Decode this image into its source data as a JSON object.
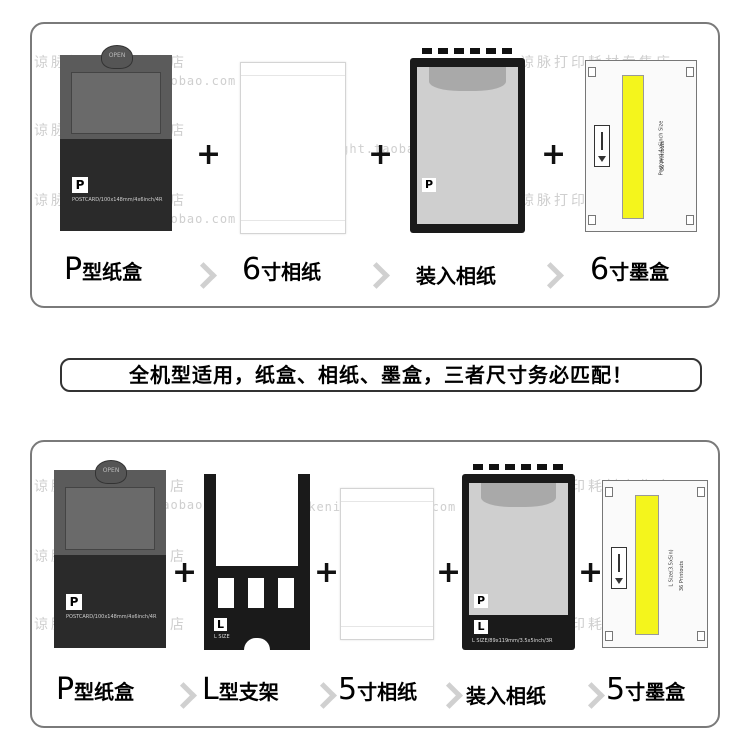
{
  "banner": "全机型适用，纸盒、相纸、墨盒，三者尺寸务必匹配！",
  "watermark": {
    "shop": "谅脉打印耗材专售店",
    "url": "★kenight.taobao.com"
  },
  "top": {
    "plus": "+",
    "labels": [
      {
        "lead": "P",
        "rest": "型纸盒"
      },
      {
        "lead": "6",
        "rest": "寸相纸"
      },
      {
        "lead": "",
        "rest": "装入相纸"
      },
      {
        "lead": "6",
        "rest": "寸墨盒"
      }
    ],
    "cassette_badge": "P",
    "cassette_text": "POSTCARD/100x148mm/4x6inch/4R",
    "cassette_tab": "OPEN",
    "loaded_badge": "P",
    "ink_text": "Postcard 4x6inch Size",
    "ink_sub": "36 Printouts"
  },
  "bottom": {
    "plus": "+",
    "labels": [
      {
        "lead": "P",
        "rest": "型纸盒"
      },
      {
        "lead": "L",
        "rest": "型支架"
      },
      {
        "lead": "5",
        "rest": "寸相纸"
      },
      {
        "lead": "",
        "rest": "装入相纸"
      },
      {
        "lead": "5",
        "rest": "寸墨盒"
      }
    ],
    "cassette_badge": "P",
    "cassette_text": "POSTCARD/100x148mm/4x6inch/4R",
    "cassette_tab": "OPEN",
    "bracket_badge": "L",
    "bracket_text": "L SIZE",
    "loaded_badge_p": "P",
    "loaded_badge_l": "L",
    "loaded_text": "L SIZE/89x119mm/3.5x5inch/3R",
    "ink_text": "L Size(3.5x5in)",
    "ink_sub": "36 Printouts"
  }
}
